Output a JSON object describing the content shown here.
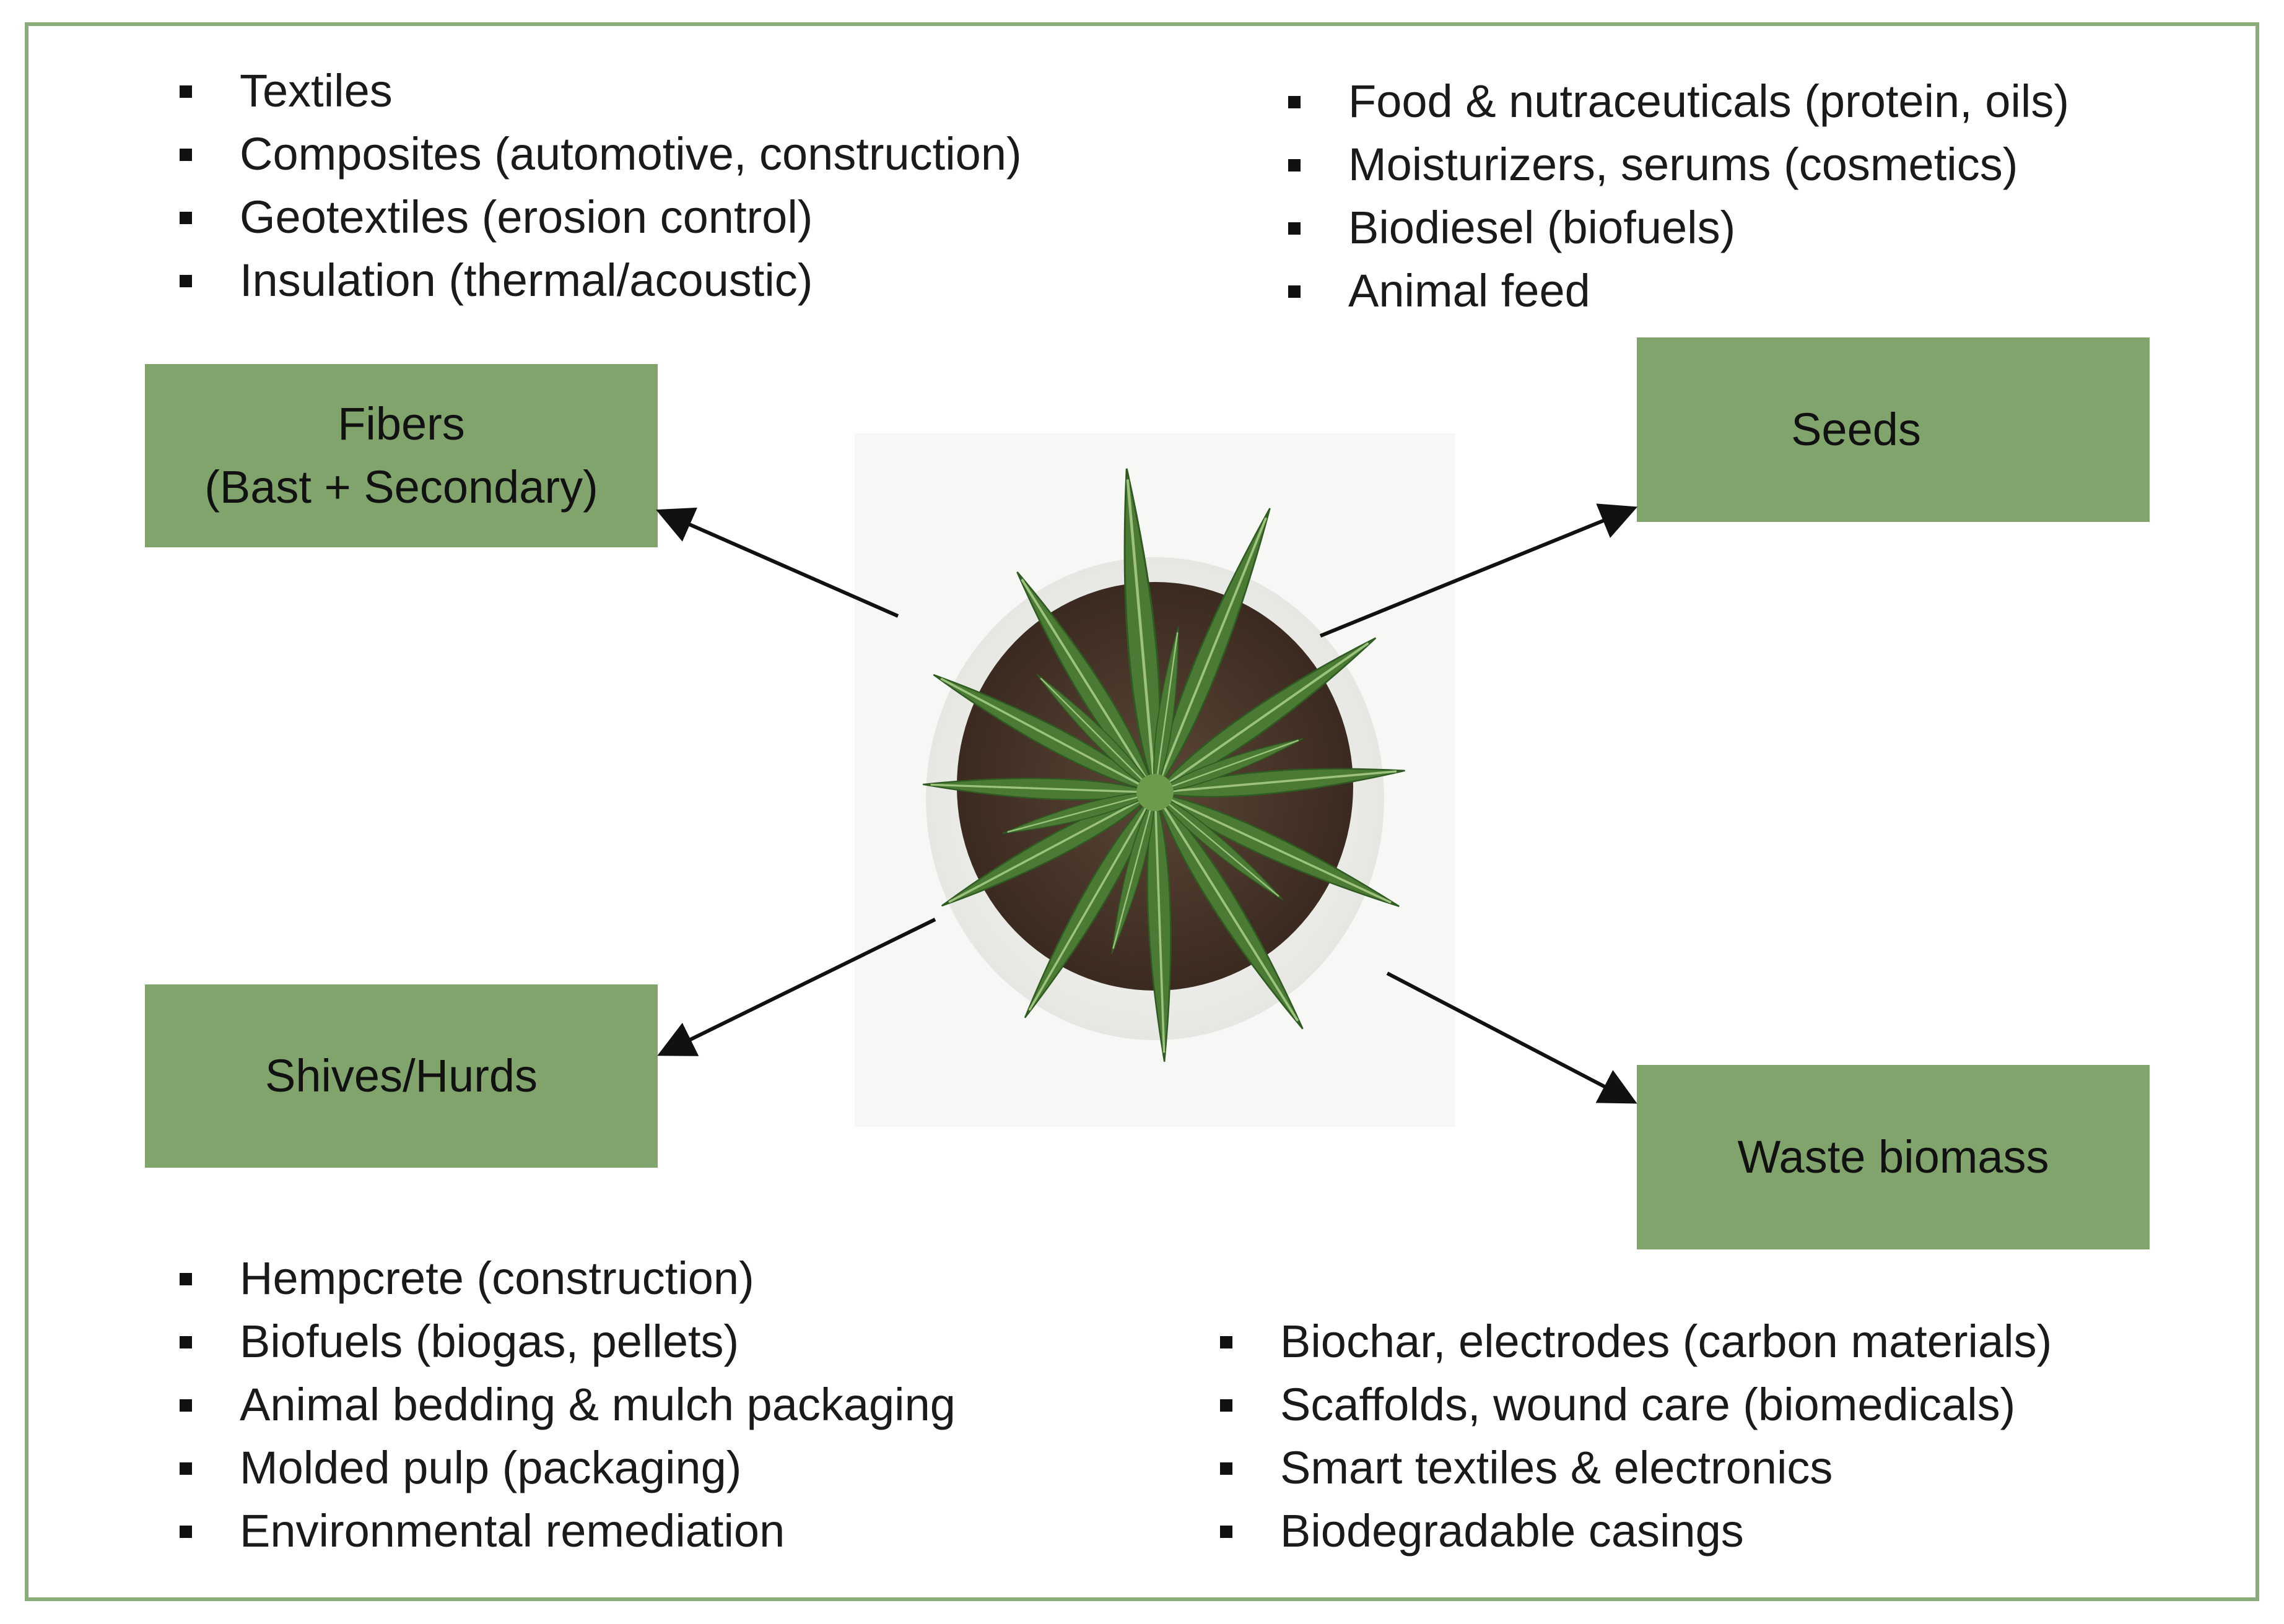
{
  "categories": {
    "fibers": {
      "line1": "Fibers",
      "line2": "(Bast + Secondary)"
    },
    "seeds": {
      "label": "Seeds"
    },
    "shives": {
      "label": "Shives/Hurds"
    },
    "waste": {
      "label": "Waste biomass"
    }
  },
  "applications": {
    "fibers": [
      "Textiles",
      "Composites (automotive, construction)",
      "Geotextiles (erosion control)",
      "Insulation (thermal/acoustic)"
    ],
    "seeds": [
      "Food & nutraceuticals (protein, oils)",
      "Moisturizers, serums (cosmetics)",
      "Biodiesel (biofuels)",
      "Animal feed"
    ],
    "shives": [
      "Hempcrete (construction)",
      "Biofuels (biogas, pellets)",
      "Animal bedding & mulch packaging",
      "Molded pulp (packaging)",
      "Environmental remediation"
    ],
    "waste": [
      "Biochar, electrodes (carbon materials)",
      "Scaffolds, wound care (biomedicals)",
      "Smart textiles & electronics",
      "Biodegradable casings"
    ]
  },
  "colors": {
    "box_fill": "#81a46d",
    "frame_border": "#8aab7a",
    "leaf_green": "#4a7a34",
    "pot": "#f2f2ef"
  }
}
